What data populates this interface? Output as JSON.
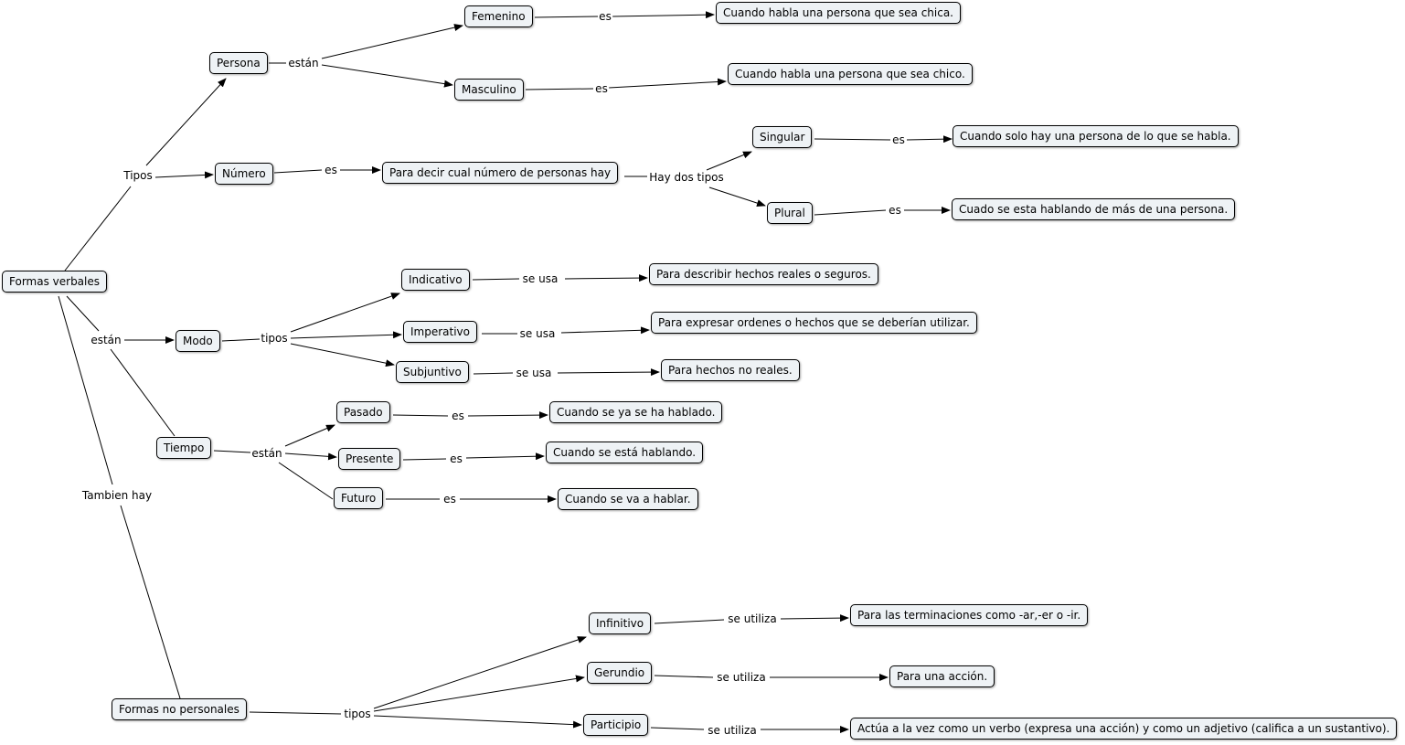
{
  "concepts": {
    "formas_verbales": "Formas verbales",
    "persona": "Persona",
    "numero": "Número",
    "femenino": "Femenino",
    "masculino": "Masculino",
    "def_femenino": "Cuando habla una persona que sea chica.",
    "def_masculino": "Cuando habla una persona que sea chico.",
    "def_numero": "Para decir cual número de personas hay",
    "singular": "Singular",
    "plural": "Plural",
    "def_singular": "Cuando solo hay una persona de lo que se habla.",
    "def_plural": "Cuado se esta hablando de más de una persona.",
    "modo": "Modo",
    "indicativo": "Indicativo",
    "imperativo": "Imperativo",
    "subjuntivo": "Subjuntivo",
    "def_indicativo": "Para describir hechos reales o seguros.",
    "def_imperativo": "Para expresar ordenes o hechos que se deberían utilizar.",
    "def_subjuntivo": "Para hechos no reales.",
    "tiempo": "Tiempo",
    "pasado": "Pasado",
    "presente": "Presente",
    "futuro": "Futuro",
    "def_pasado": "Cuando se ya se ha hablado.",
    "def_presente": "Cuando se está hablando.",
    "def_futuro": "Cuando se va a hablar.",
    "formas_no_personales": "Formas no personales",
    "infinitivo": "Infinitivo",
    "gerundio": "Gerundio",
    "participio": "Participio",
    "def_infinitivo": "Para las terminaciones como -ar,-er o -ir.",
    "def_gerundio": "Para una acción.",
    "def_participio": "Actúa a la vez como un verbo (expresa una acción) y como un adjetivo (califica a un sustantivo)."
  },
  "links": {
    "tipos_top": "Tipos",
    "estan_persona": "están",
    "es_femenino": "es",
    "es_masculino": "es",
    "es_numero": "es",
    "hay_dos_tipos": "Hay dos tipos",
    "es_singular": "es",
    "es_plural": "es",
    "estan_main": "están",
    "tipos_modo": "tipos",
    "seusa_indicativo": "se usa",
    "seusa_imperativo": "se usa",
    "seusa_subjuntivo": "se usa",
    "estan_tiempo": "están",
    "es_pasado": "es",
    "es_presente": "es",
    "es_futuro": "es",
    "tambien_hay": "Tambien hay",
    "tipos_fnp": "tipos",
    "seutiliza_infinitivo": "se utiliza",
    "seutiliza_gerundio": "se utiliza",
    "seutiliza_participio": "se utiliza"
  }
}
